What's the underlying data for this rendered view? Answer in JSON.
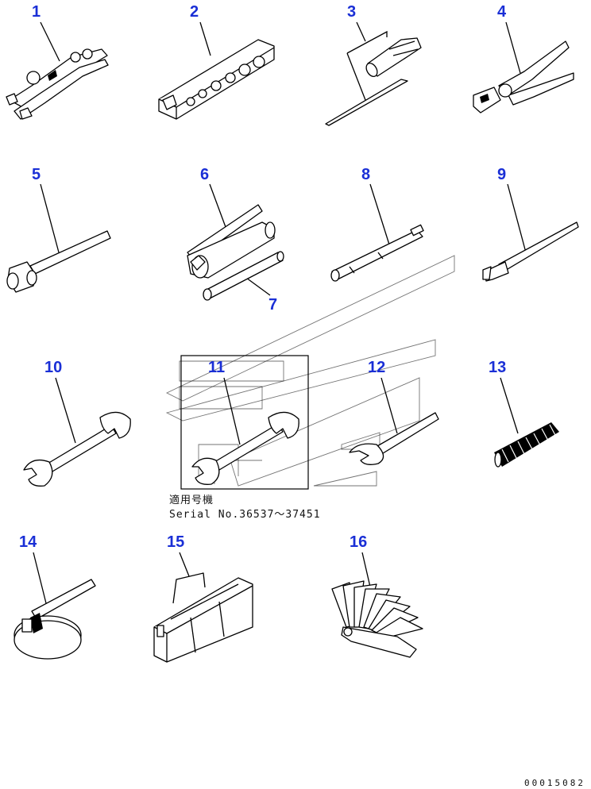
{
  "diagram": {
    "items": [
      {
        "no": "1",
        "icon": "wrench-set-icon"
      },
      {
        "no": "2",
        "icon": "socket-set-case-icon"
      },
      {
        "no": "3",
        "icon": "screwdriver-icon"
      },
      {
        "no": "4",
        "icon": "pliers-icon"
      },
      {
        "no": "5",
        "icon": "hammer-icon"
      },
      {
        "no": "6",
        "icon": "grease-gun-icon"
      },
      {
        "no": "7",
        "icon": "nozzle-tube-icon"
      },
      {
        "no": "8",
        "icon": "extension-bar-icon"
      },
      {
        "no": "9",
        "icon": "pry-bar-icon"
      },
      {
        "no": "10",
        "icon": "open-end-wrench-icon"
      },
      {
        "no": "11",
        "icon": "open-end-wrench-icon"
      },
      {
        "no": "12",
        "icon": "open-end-wrench-icon"
      },
      {
        "no": "13",
        "icon": "coil-spring-icon"
      },
      {
        "no": "14",
        "icon": "filter-wrench-icon"
      },
      {
        "no": "15",
        "icon": "tool-bag-icon"
      },
      {
        "no": "16",
        "icon": "feeler-gauge-icon"
      }
    ],
    "serial_note": {
      "label": "適用号機",
      "serial": "Serial No.36537～37451"
    },
    "drawing_code": "00015082"
  }
}
